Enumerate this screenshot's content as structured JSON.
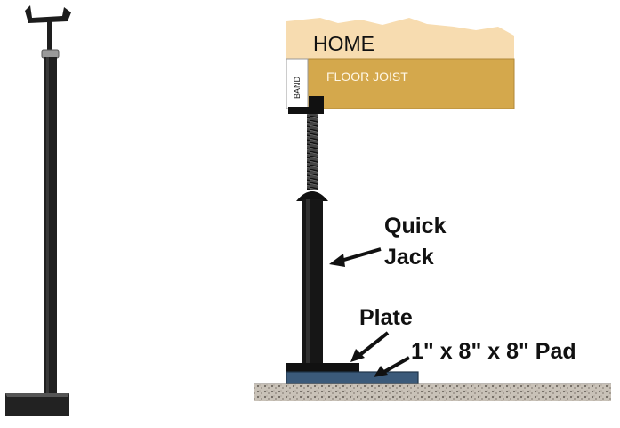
{
  "labels": {
    "home": "HOME",
    "floor_joist": "FLOOR JOIST",
    "band": "BAND",
    "quick": "Quick",
    "jack": "Jack",
    "plate": "Plate",
    "pad": "1\" x 8\" x 8\" Pad"
  },
  "colors": {
    "home_block": "#f7dcb0",
    "floor_joist": "#d4a84c",
    "jack_steel": "#1a1a1a",
    "pad": "#3b5a7a",
    "ground": "#bfb8ad"
  }
}
